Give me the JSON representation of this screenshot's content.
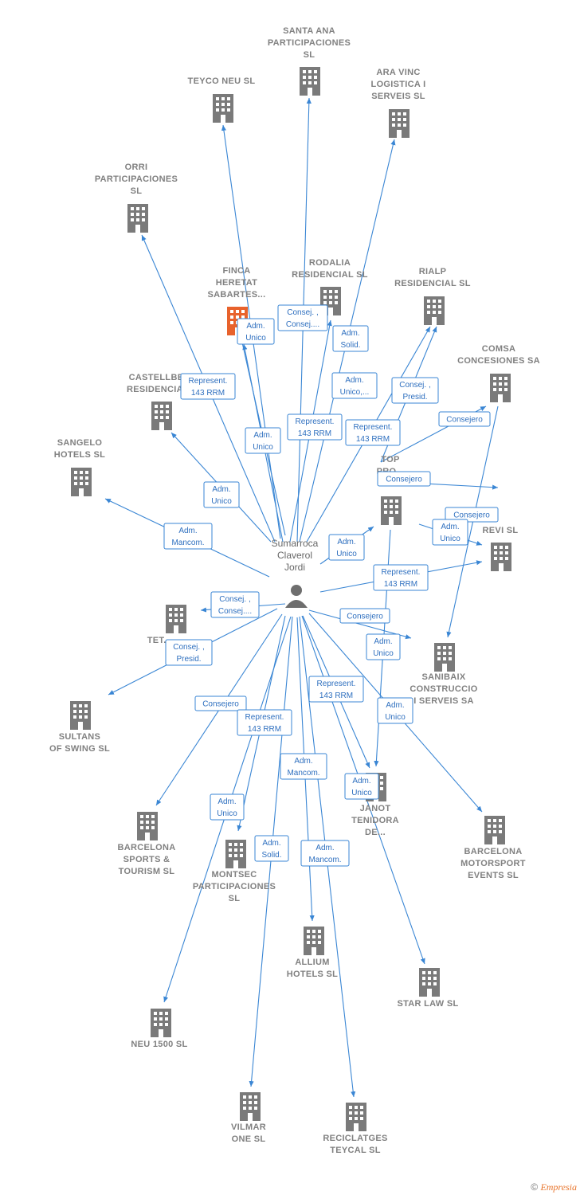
{
  "colors": {
    "edge": "#3a86d4",
    "building": "#7a7a7a",
    "highlight": "#e8622c",
    "label": "#808080"
  },
  "center": {
    "id": "sumarroca",
    "lines": [
      "Sumarroca",
      "Claverol",
      "Jordi"
    ],
    "icon": "person-icon"
  },
  "companies": [
    {
      "id": "santa_ana",
      "lines": [
        "SANTA ANA",
        "PARTICIPACIONES",
        "SL"
      ]
    },
    {
      "id": "teyco_neu",
      "lines": [
        "TEYCO NEU SL"
      ]
    },
    {
      "id": "ara_vinc",
      "lines": [
        "ARA VINC",
        "LOGISTICA I",
        "SERVEIS  SL"
      ]
    },
    {
      "id": "orri",
      "lines": [
        "ORRI",
        "PARTICIPACIONES",
        "SL"
      ]
    },
    {
      "id": "finca",
      "lines": [
        "FINCA",
        "HERETAT",
        "SABARTES..."
      ],
      "highlight": true
    },
    {
      "id": "rodalia",
      "lines": [
        "RODALIA",
        "RESIDENCIAL SL"
      ]
    },
    {
      "id": "rialp",
      "lines": [
        "RIALP",
        "RESIDENCIAL SL"
      ]
    },
    {
      "id": "comsa",
      "lines": [
        "COMSA",
        "CONCESIONES SA"
      ]
    },
    {
      "id": "castellbell",
      "lines": [
        "CASTELLBELL",
        "RESIDENCIAL..."
      ]
    },
    {
      "id": "sangelo",
      "lines": [
        "SANGELO",
        "HOTELS SL"
      ]
    },
    {
      "id": "top_pro",
      "lines": [
        "TOP",
        "PRO..."
      ]
    },
    {
      "id": "revi",
      "lines": [
        "REVI  SL"
      ]
    },
    {
      "id": "tet",
      "lines": [
        "TET..."
      ]
    },
    {
      "id": "sanibaix",
      "lines": [
        "SANIBAIX",
        "CONSTRUCCIO",
        "I SERVEIS SA"
      ]
    },
    {
      "id": "sultans",
      "lines": [
        "SULTANS",
        "OF SWING  SL"
      ]
    },
    {
      "id": "janot",
      "lines": [
        "JANOT",
        "TENIDORA",
        "DE..."
      ]
    },
    {
      "id": "bcn_sports",
      "lines": [
        "BARCELONA",
        "SPORTS &",
        "TOURISM  SL"
      ]
    },
    {
      "id": "montsec",
      "lines": [
        "MONTSEC",
        "PARTICIPACIONES",
        "SL"
      ]
    },
    {
      "id": "bcn_motorsport",
      "lines": [
        "BARCELONA",
        "MOTORSPORT",
        "EVENTS  SL"
      ]
    },
    {
      "id": "allium",
      "lines": [
        "ALLIUM",
        "HOTELS SL"
      ]
    },
    {
      "id": "star_law",
      "lines": [
        "STAR LAW SL"
      ]
    },
    {
      "id": "neu_1500",
      "lines": [
        "NEU 1500 SL"
      ]
    },
    {
      "id": "vilmar",
      "lines": [
        "VILMAR",
        "ONE SL"
      ]
    },
    {
      "id": "reciclatges",
      "lines": [
        "RECICLATGES",
        "TEYCAL SL"
      ]
    }
  ],
  "relations": [
    {
      "lines": [
        "Adm.",
        "Unico"
      ]
    },
    {
      "lines": [
        "Consej. ,",
        "Consej...."
      ]
    },
    {
      "lines": [
        "Adm.",
        "Solid."
      ]
    },
    {
      "lines": [
        "Adm.",
        "Unico,..."
      ]
    },
    {
      "lines": [
        "Represent.",
        "143 RRM"
      ]
    },
    {
      "lines": [
        "Represent.",
        "143 RRM"
      ]
    },
    {
      "lines": [
        "Represent.",
        "143 RRM"
      ]
    },
    {
      "lines": [
        "Consej. ,",
        "Presid."
      ]
    },
    {
      "lines": [
        "Consejero"
      ]
    },
    {
      "lines": [
        "Adm.",
        "Unico"
      ]
    },
    {
      "lines": [
        "Adm.",
        "Unico"
      ]
    },
    {
      "lines": [
        "Consejero"
      ]
    },
    {
      "lines": [
        "Consejero"
      ]
    },
    {
      "lines": [
        "Adm.",
        "Mancom."
      ]
    },
    {
      "lines": [
        "Adm.",
        "Unico"
      ]
    },
    {
      "lines": [
        "Adm.",
        "Unico"
      ]
    },
    {
      "lines": [
        "Represent.",
        "143 RRM"
      ]
    },
    {
      "lines": [
        "Consej. ,",
        "Consej...."
      ]
    },
    {
      "lines": [
        "Consejero"
      ]
    },
    {
      "lines": [
        "Consej. ,",
        "Presid."
      ]
    },
    {
      "lines": [
        "Adm.",
        "Unico"
      ]
    },
    {
      "lines": [
        "Represent.",
        "143 RRM"
      ]
    },
    {
      "lines": [
        "Consejero"
      ]
    },
    {
      "lines": [
        "Represent.",
        "143 RRM"
      ]
    },
    {
      "lines": [
        "Adm.",
        "Unico"
      ]
    },
    {
      "lines": [
        "Adm.",
        "Mancom."
      ]
    },
    {
      "lines": [
        "Adm.",
        "Unico"
      ]
    },
    {
      "lines": [
        "Adm.",
        "Unico"
      ]
    },
    {
      "lines": [
        "Adm.",
        "Solid."
      ]
    },
    {
      "lines": [
        "Adm.",
        "Mancom."
      ]
    }
  ],
  "footer": {
    "copyright": "©",
    "brand": "Empresia"
  }
}
